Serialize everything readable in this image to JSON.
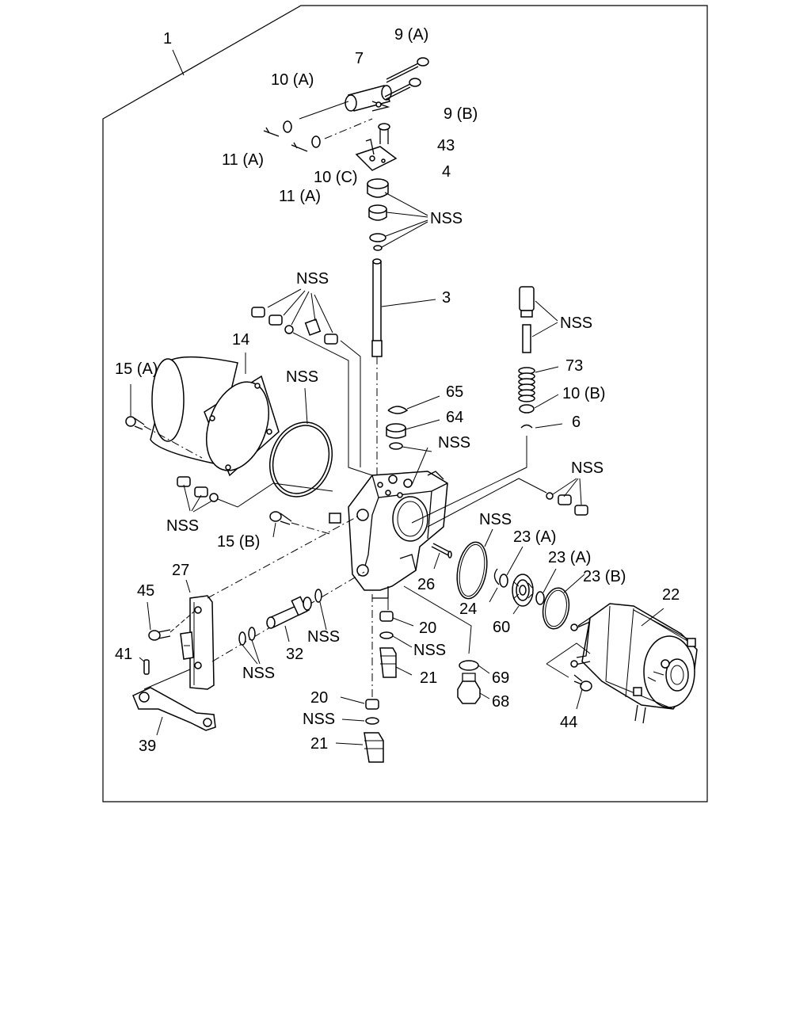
{
  "diagram": {
    "labels": {
      "l1": "1",
      "l9a": "9 (A)",
      "l7": "7",
      "l10a": "10 (A)",
      "l9b": "9 (B)",
      "l43": "43",
      "l11a_1": "11 (A)",
      "l10c": "10 (C)",
      "l4": "4",
      "l11a_2": "11 (A)",
      "nss_top": "NSS",
      "l3": "3",
      "nss_upper": "NSS",
      "nss_right_top": "NSS",
      "l14": "14",
      "l15a": "15 (A)",
      "nss_gasket": "NSS",
      "l73": "73",
      "l10b": "10 (B)",
      "l65": "65",
      "l64": "64",
      "l6": "6",
      "nss_mid": "NSS",
      "nss_right_mid": "NSS",
      "nss_left_mid": "NSS",
      "nss_ring": "NSS",
      "l23a_1": "23 (A)",
      "l15b": "15 (B)",
      "l23a_2": "23 (A)",
      "l27": "27",
      "l23b": "23 (B)",
      "l22": "22",
      "l26": "26",
      "l45": "45",
      "l24": "24",
      "l20_1": "20",
      "l60": "60",
      "nss_shaft": "NSS",
      "nss_nipple": "NSS",
      "l41": "41",
      "l32": "32",
      "nss_pins": "NSS",
      "l21_1": "21",
      "l69": "69",
      "l68": "68",
      "l44": "44",
      "l20_2": "20",
      "nss_low": "NSS",
      "l39": "39",
      "l21_2": "21"
    }
  }
}
